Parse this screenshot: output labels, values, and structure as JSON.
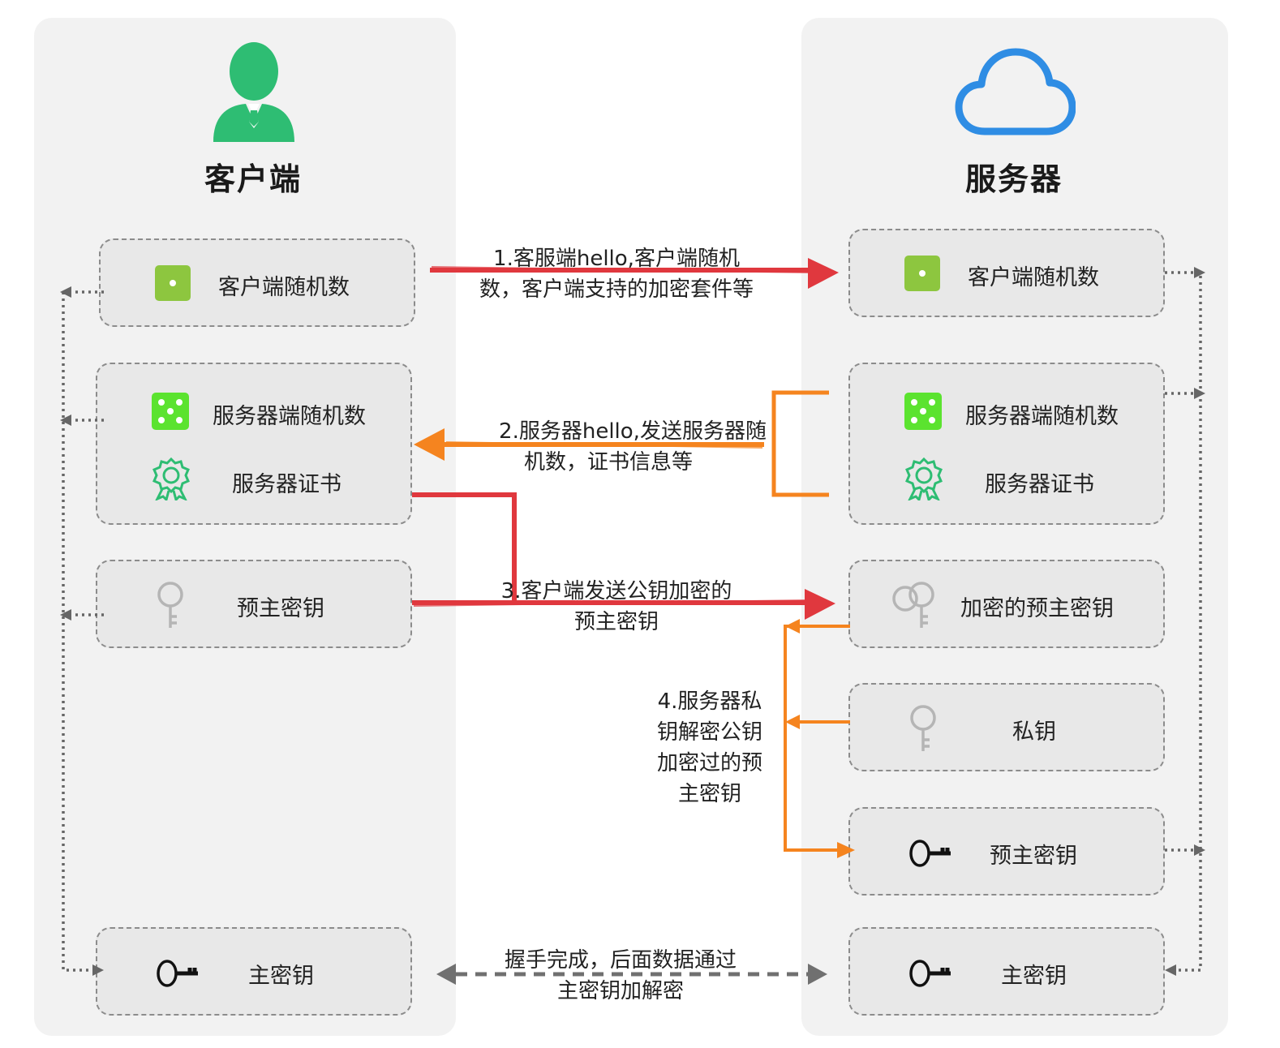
{
  "client": {
    "title": "客户端",
    "boxes": {
      "client_random": "客户端随机数",
      "server_random": "服务器端随机数",
      "server_cert": "服务器证书",
      "pre_master_key": "预主密钥",
      "master_key": "主密钥"
    }
  },
  "server": {
    "title": "服务器",
    "boxes": {
      "client_random": "客户端随机数",
      "server_random": "服务器端随机数",
      "server_cert": "服务器证书",
      "encrypted_pre_master": "加密的预主密钥",
      "private_key": "私钥",
      "pre_master_key": "预主密钥",
      "master_key": "主密钥"
    }
  },
  "steps": {
    "step1": [
      "1.客服端hello,客户端随机",
      "数，客户端支持的加密套件等"
    ],
    "step2": [
      "2.服务器hello,发送服务器随",
      "机数，证书信息等"
    ],
    "step3": [
      "3.客户端发送公钥加密的",
      "预主密钥"
    ],
    "step4": [
      "4.服务器私",
      "钥解密公钥",
      "加密过的预",
      "主密钥"
    ],
    "done": [
      "握手完成，后面数据通过",
      "主密钥加解密"
    ]
  },
  "colors": {
    "red_arrow": "#e0383e",
    "orange_arrow": "#f5841f",
    "green_icon": "#2ebd73",
    "cloud_blue": "#2f8de4",
    "dice_green": "#5be32f",
    "olive_square": "#8dc63f"
  },
  "icons": [
    "person-icon",
    "cloud-icon",
    "dice-one-icon",
    "dice-five-icon",
    "certificate-icon",
    "key-icon",
    "double-key-icon"
  ]
}
